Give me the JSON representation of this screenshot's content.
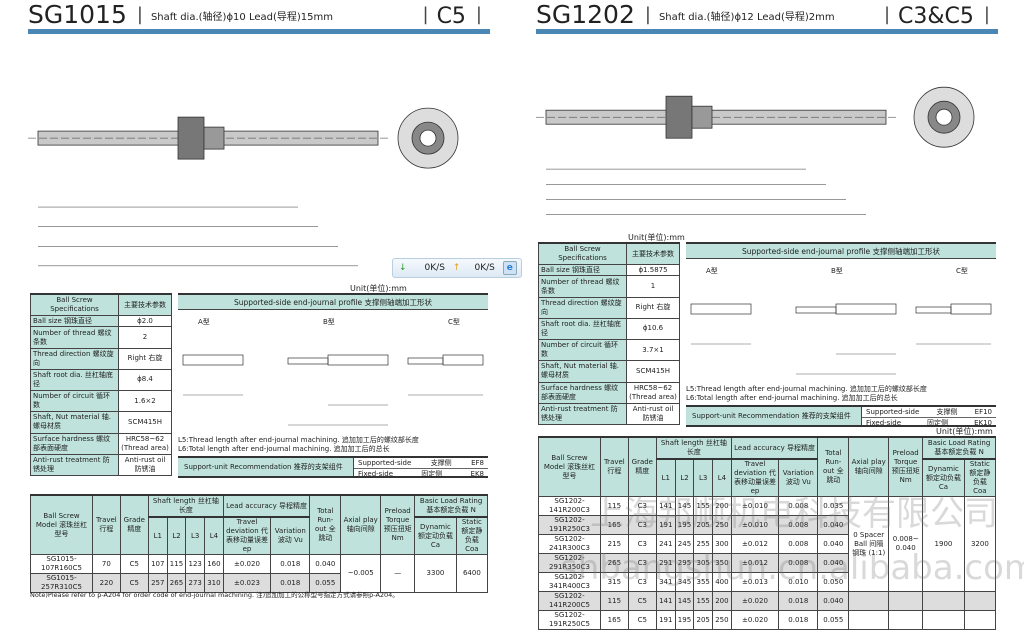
{
  "pages": [
    {
      "model": "SG1015",
      "sub": "Shaft dia.(轴径)ϕ10   Lead(导程)15mm",
      "grade": "C5",
      "unit": "Unit(单位):mm",
      "spec_header": [
        "Ball Screw Specifications",
        "主要技术参数"
      ],
      "spec": [
        [
          "Ball size  钢珠直径",
          "ϕ2.0"
        ],
        [
          "Number of thread  螺纹条数",
          "2"
        ],
        [
          "Thread direction  螺纹旋向",
          "Right  右旋"
        ],
        [
          "Shaft root dia.  丝杠轴底径",
          "ϕ8.4"
        ],
        [
          "Number of circuit  循环数",
          "1.6×2"
        ],
        [
          "Shaft, Nut material 轴.螺母材质",
          "SCM415H"
        ],
        [
          "Surface hardness 螺纹部表面硬度",
          "HRC58~62 (Thread area)"
        ],
        [
          "Anti-rust treatment 防锈处理",
          "Anti-rust oil 防锈油"
        ]
      ],
      "profile_title": "Supported-side end-journal profile  支撑侧轴端加工形状",
      "types": [
        "A型",
        "B型",
        "C型"
      ],
      "l5": "L5:Thread length after end-journal machining.  追加加工后的螺纹部长度",
      "l6": "L6:Total length after end-journal machining.  追加加工后的总长",
      "support_label": "Support-unit Recommendation  推荐的支架组件",
      "supported": [
        "Supported-side",
        "支撑侧",
        "EF8"
      ],
      "fixed": [
        "Fixed-side",
        "固定侧",
        "EK8"
      ],
      "rows": [
        [
          "SG1015-107R160C5",
          "70",
          "C5",
          "107",
          "115",
          "123",
          "160",
          "±0.020",
          "0.018",
          "0.040"
        ],
        [
          "SG1015-257R310C5",
          "220",
          "C5",
          "257",
          "265",
          "273",
          "310",
          "±0.023",
          "0.018",
          "0.055"
        ]
      ],
      "axial": "~0.005",
      "preload": "—",
      "ca": "3300",
      "coa": "6400",
      "note": "Note)Please refer to p-A204 for order code of end-journal machining.   注)追加加工的公称型号指定方式请参照p-A204。"
    },
    {
      "model": "SG1202",
      "sub": "Shaft dia.(轴径)ϕ12   Lead(导程)2mm",
      "grade": "C3&C5",
      "unit": "Unit(单位):mm",
      "spec_header": [
        "Ball Screw Specifications",
        "主要技术参数"
      ],
      "spec": [
        [
          "Ball size  钢珠直径",
          "ϕ1.5875"
        ],
        [
          "Number of thread  螺纹条数",
          "1"
        ],
        [
          "Thread direction  螺纹旋向",
          "Right  右旋"
        ],
        [
          "Shaft root dia.  丝杠轴底径",
          "ϕ10.6"
        ],
        [
          "Number of circuit  循环数",
          "3.7×1"
        ],
        [
          "Shaft, Nut material 轴.螺母材质",
          "SCM415H"
        ],
        [
          "Surface hardness 螺纹部表面硬度",
          "HRC58~62 (Thread area)"
        ],
        [
          "Anti-rust treatment 防锈处理",
          "Anti-rust oil 防锈油"
        ]
      ],
      "profile_title": "Supported-side end-journal profile  支撑侧轴端加工形状",
      "types": [
        "A型",
        "B型",
        "C型"
      ],
      "l5": "L5:Thread length after end-journal machining.  追加加工后的螺纹部长度",
      "l6": "L6:Total length after end-journal machining.  追加加工后的总长",
      "support_label": "Support-unit Recommendation  推荐的支架组件",
      "supported": [
        "Supported-side",
        "支撑侧",
        "EF10"
      ],
      "fixed": [
        "Fixed-side",
        "固定侧",
        "EK10"
      ],
      "unit2": "Unit(单位):mm",
      "rows": [
        [
          "SG1202-141R200C3",
          "115",
          "C3",
          "141",
          "145",
          "155",
          "200",
          "±0.010",
          "0.008",
          "0.035"
        ],
        [
          "SG1202-191R250C3",
          "165",
          "C3",
          "191",
          "195",
          "205",
          "250",
          "±0.010",
          "0.008",
          "0.040"
        ],
        [
          "SG1202-241R300C3",
          "215",
          "C3",
          "241",
          "245",
          "255",
          "300",
          "±0.012",
          "0.008",
          "0.040"
        ],
        [
          "SG1202-291R350C3",
          "265",
          "C3",
          "291",
          "295",
          "305",
          "350",
          "±0.012",
          "0.008",
          "0.040"
        ],
        [
          "SG1202-341R400C3",
          "315",
          "C3",
          "341",
          "345",
          "355",
          "400",
          "±0.013",
          "0.010",
          "0.050"
        ],
        [
          "SG1202-141R200C5",
          "115",
          "C5",
          "141",
          "145",
          "155",
          "200",
          "±0.020",
          "0.018",
          "0.040"
        ],
        [
          "SG1202-191R250C5",
          "165",
          "C5",
          "191",
          "195",
          "205",
          "250",
          "±0.020",
          "0.018",
          "0.055"
        ]
      ],
      "axial": "0 Spacer Ball 间隔钢珠 (1:1)",
      "preload": "0.008~ 0.040",
      "ca": "1900",
      "coa": "3200"
    }
  ],
  "table_headers": {
    "model": "Ball Screw Model 滚珠丝杠型号",
    "travel": "Travel 行程",
    "grade": "Grade 精度",
    "shaft": "Shaft length 丝杠轴长度",
    "l": [
      "L1",
      "L2",
      "L3",
      "L4"
    ],
    "lead": "Lead accuracy 导程精度",
    "dev": "Travel deviation 代表移动量误差 ep",
    "var": "Variation 波动 Vu",
    "runout": "Total Run-out 全跳动",
    "axial": "Axial play 轴向间隙",
    "preload": "Preload Torque 预压扭矩 Nm",
    "load": "Basic Load Rating 基本额定负载  N",
    "ca": "Dynamic 额定动负载 Ca",
    "coa": "Static 额定静负载 Coa"
  },
  "net": {
    "down": "0K/S",
    "up": "0K/S"
  },
  "watermark": {
    "line1": "上海邦顺机电科技有限公司",
    "line2": "shbangshun.cn.alibaba.com"
  },
  "colors": {
    "header_bar": "#4a87b5",
    "table_header": "#bfe3dc"
  }
}
